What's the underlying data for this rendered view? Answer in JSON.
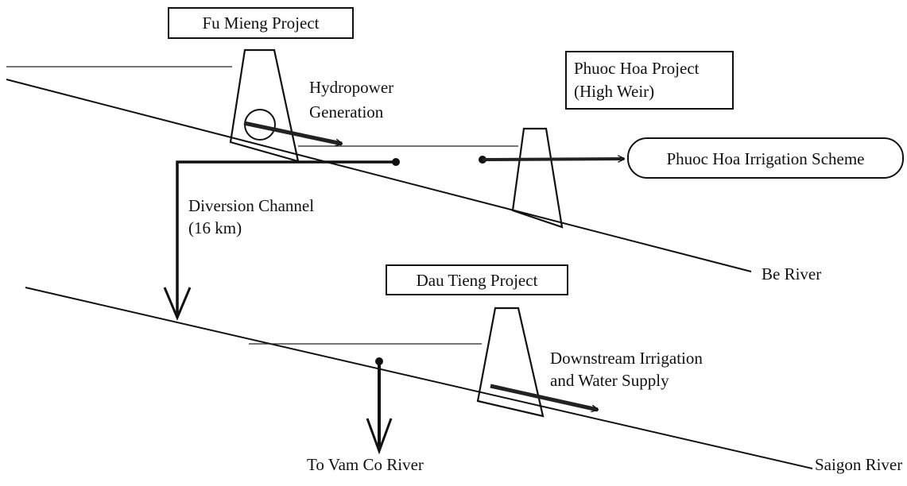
{
  "projects": {
    "fu_mieng": "Fu Mieng Project",
    "phuoc_hoa_line1": "Phuoc Hoa Project",
    "phuoc_hoa_line2": "(High Weir)",
    "dau_tieng": "Dau Tieng Project"
  },
  "labels": {
    "hydropower_line1": "Hydropower",
    "hydropower_line2": "Generation",
    "irrigation_scheme": "Phuoc Hoa Irrigation Scheme",
    "diversion_line1": "Diversion Channel",
    "diversion_line2": "(16 km)",
    "downstream_line1": "Downstream Irrigation",
    "downstream_line2": "and Water Supply",
    "to_vam_co": "To Vam Co River"
  },
  "rivers": {
    "be": "Be River",
    "saigon": "Saigon River"
  }
}
